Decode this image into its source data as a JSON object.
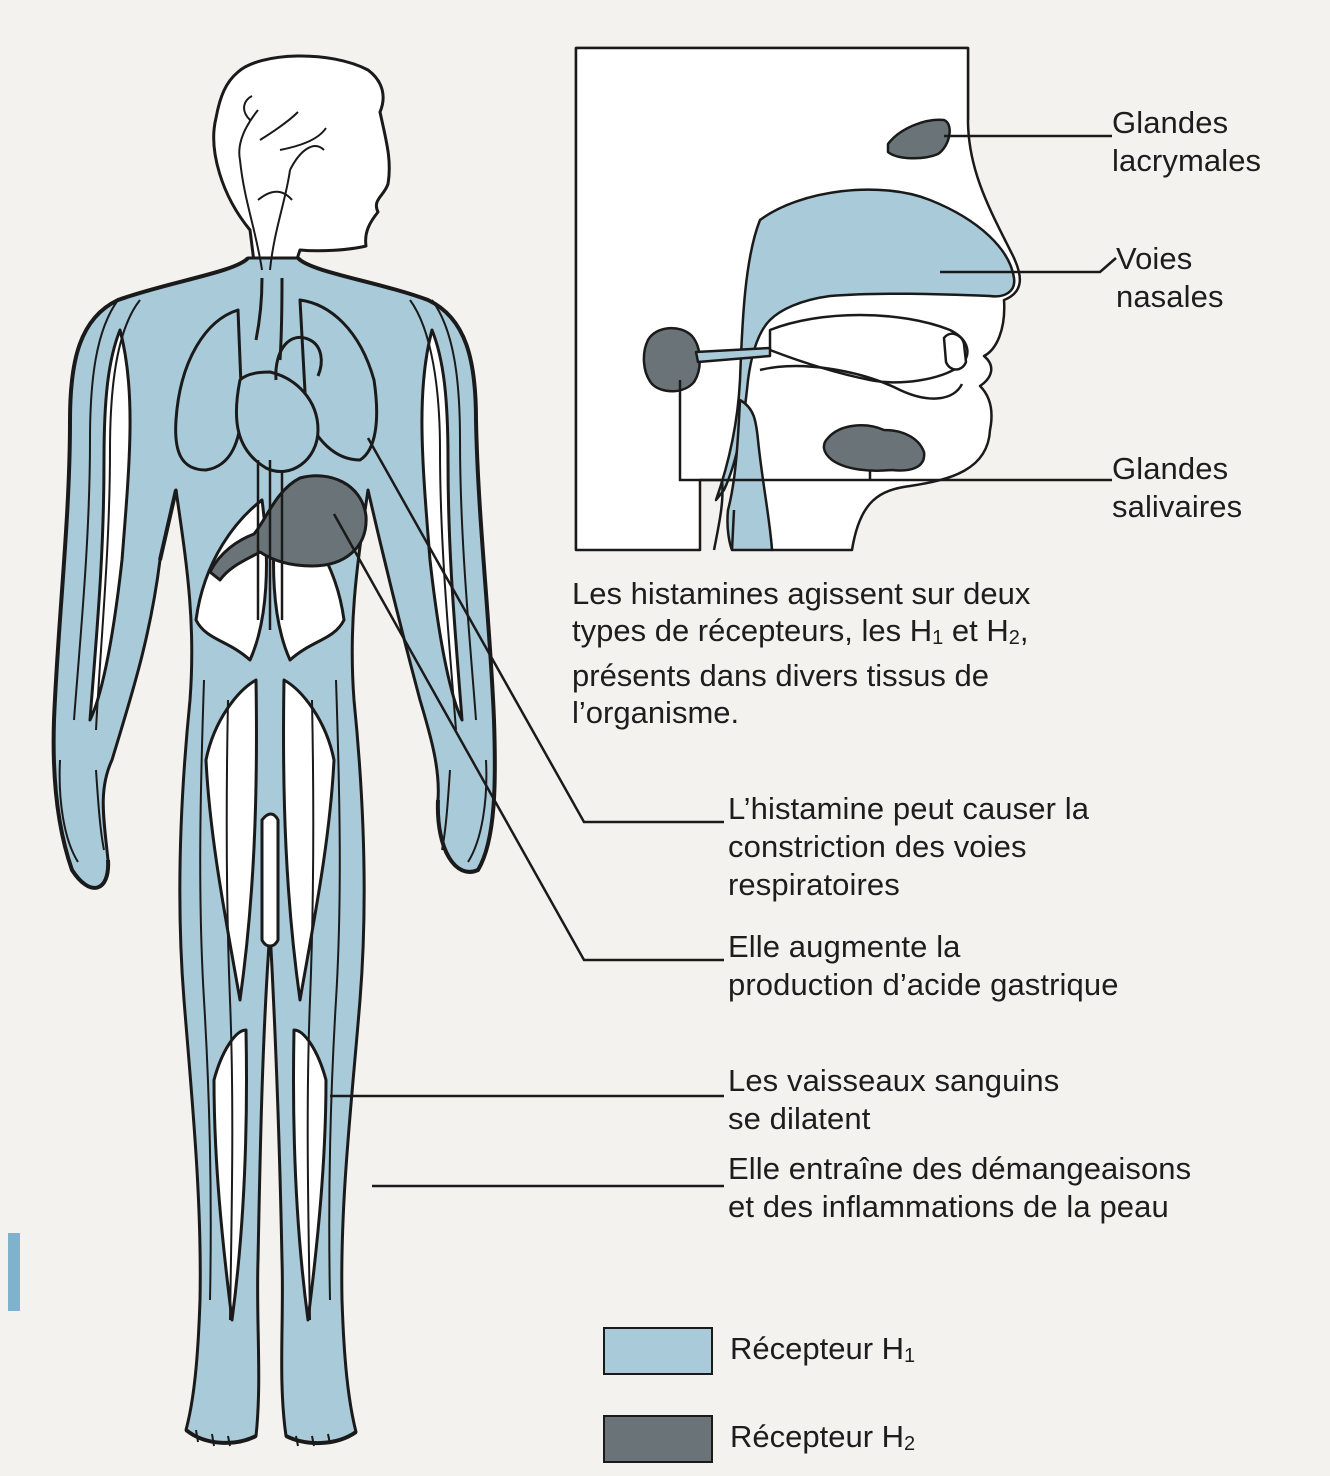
{
  "labels": {
    "glandes_lacrymales": [
      "Glandes",
      "lacrymales"
    ],
    "voies_nasales": [
      "Voies",
      "nasales"
    ],
    "glandes_salivaires": [
      "Glandes",
      "salivaires"
    ]
  },
  "intro": {
    "line1": "Les histamines agissent sur deux",
    "line2_a": "types de récepteurs, les H",
    "line2_sub1": "1",
    "line2_b": " et H",
    "line2_sub2": "2",
    "line2_c": ",",
    "line3": "présents dans divers tissus de",
    "line4": "l’organisme."
  },
  "effects": [
    [
      "L’histamine peut causer la",
      "constriction des voies",
      "respiratoires"
    ],
    [
      "Elle augmente la",
      "production d’acide gastrique"
    ],
    [
      "Les vaisseaux sanguins",
      "se dilatent"
    ],
    [
      "Elle entraîne des démangeaisons",
      "et des inflammations de la peau"
    ]
  ],
  "legend": {
    "h1_label": "Récepteur H",
    "h1_sub": "1",
    "h2_label": "Récepteur H",
    "h2_sub": "2"
  },
  "colors": {
    "h1": "#a9cad9",
    "h2": "#6a7478",
    "outline": "#1a1a1a",
    "background": "#f4f2ef"
  }
}
